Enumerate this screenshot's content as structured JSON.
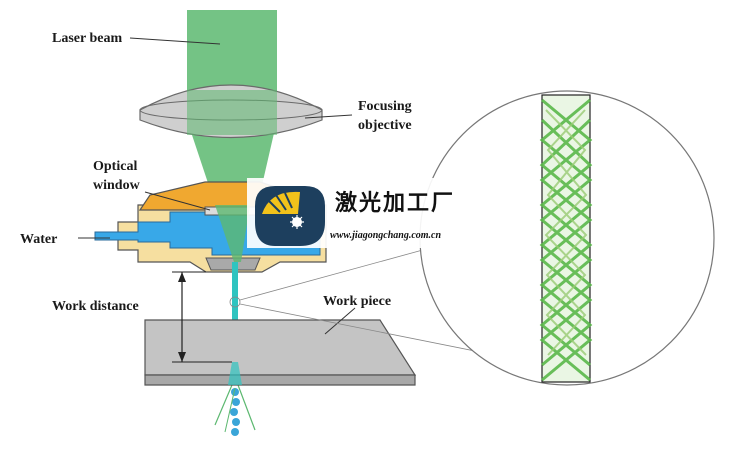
{
  "labels": {
    "laser_beam": "Laser beam",
    "focusing_objective_line1": "Focusing",
    "focusing_objective_line2": "objective",
    "optical_window_line1": "Optical",
    "optical_window_line2": "window",
    "water": "Water",
    "work_distance": "Work distance",
    "work_piece": "Work piece"
  },
  "watermark": {
    "title": "激光加工厂",
    "url": "www.jiagongchang.com.cn"
  },
  "colors": {
    "beam": "#5cb870",
    "lens": "#c9c9c9",
    "nozzle_orange": "#f0a830",
    "housing_yellow": "#f6dfa0",
    "water_blue": "#38a8e8",
    "jet_cyan": "#2fc4c0",
    "workpiece": "#bdbdbd",
    "zoom_green": "#5ab84a",
    "logo_navy": "#1d3f5e",
    "logo_yellow": "#f2c21b"
  }
}
